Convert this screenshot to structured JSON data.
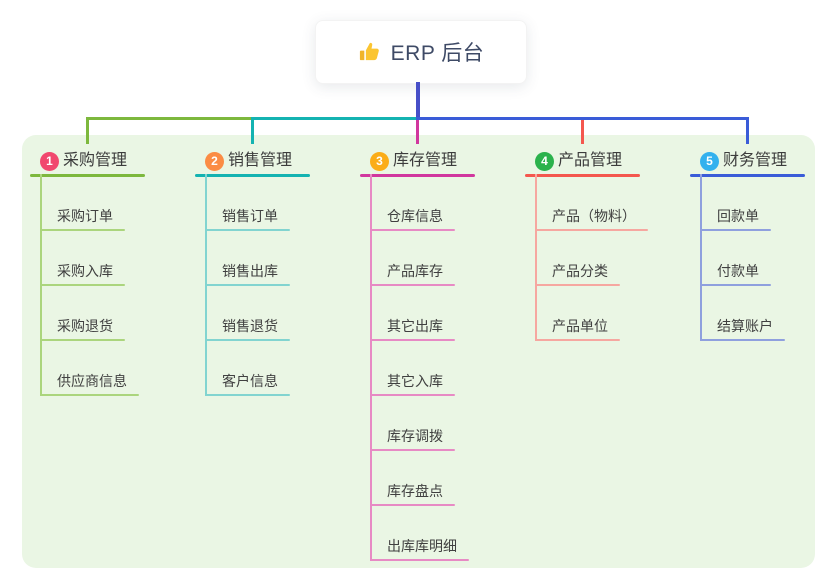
{
  "root": {
    "title": "ERP 后台",
    "icon": "thumbs-up-icon"
  },
  "branches": [
    {
      "badge": "1",
      "label": "采购管理",
      "badge_color": "#f1486e",
      "color": "#7db83d",
      "light_color": "#abd57d",
      "children": [
        "采购订单",
        "采购入库",
        "采购退货",
        "供应商信息"
      ]
    },
    {
      "badge": "2",
      "label": "销售管理",
      "badge_color": "#fb8c44",
      "color": "#14b3b1",
      "light_color": "#82d4d0",
      "children": [
        "销售订单",
        "销售出库",
        "销售退货",
        "客户信息"
      ]
    },
    {
      "badge": "3",
      "label": "库存管理",
      "badge_color": "#fbad17",
      "color": "#d1379e",
      "light_color": "#e78ac4",
      "children": [
        "仓库信息",
        "产品库存",
        "其它出库",
        "其它入库",
        "库存调拨",
        "库存盘点",
        "出库库明细"
      ]
    },
    {
      "badge": "4",
      "label": "产品管理",
      "badge_color": "#2bb24c",
      "color": "#f4574e",
      "light_color": "#f6a7a0",
      "children": [
        "产品（物料）",
        "产品分类",
        "产品单位"
      ]
    },
    {
      "badge": "5",
      "label": "财务管理",
      "badge_color": "#33b1ee",
      "color": "#3a5cd8",
      "light_color": "#8fa0de",
      "children": [
        "回款单",
        "付款单",
        "结算账户"
      ]
    }
  ],
  "colors": {
    "root_line": "#474fc8",
    "panel_bg": "#eaf6e4",
    "thumb_yellow": "#fbc531",
    "thumb_yellow_dark": "#f0b429",
    "header_text": "#3c3c3c",
    "child_text": "#404040",
    "root_text": "#3e4a66"
  }
}
